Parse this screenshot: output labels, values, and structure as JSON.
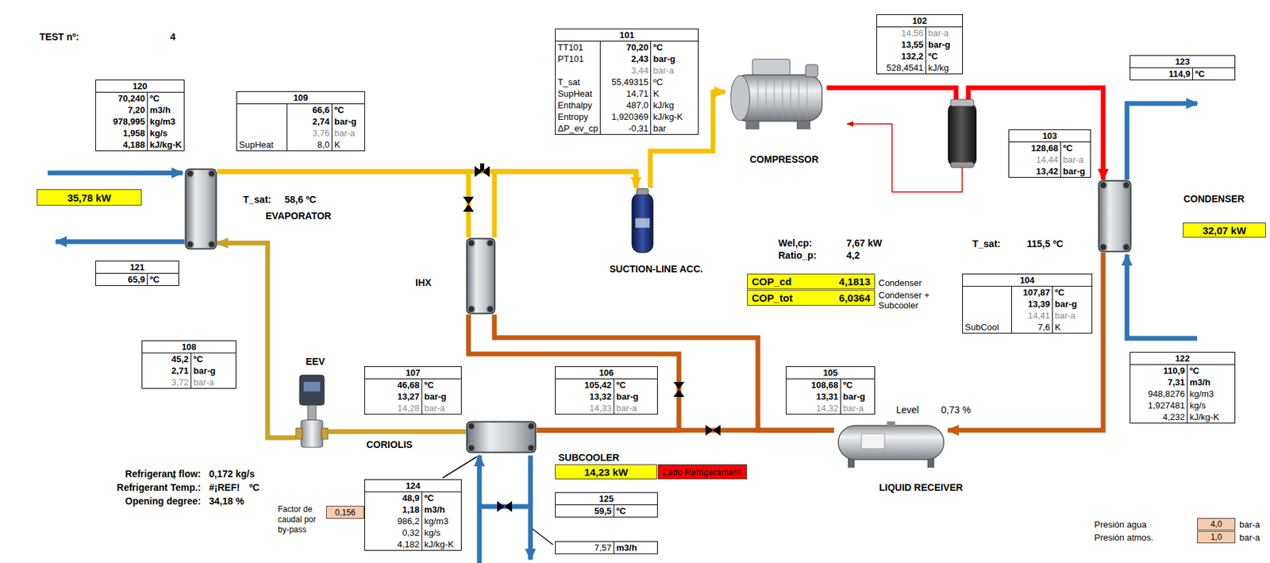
{
  "diagram": {
    "nodes": [
      {
        "text": [
          "120",
          "70,240",
          "ºC",
          "7,20",
          "m3/h",
          "978,995",
          "kg/m3",
          "1,958",
          "kg/s",
          "4,188",
          "kJ/kg-K"
        ]
      },
      {
        "text": [
          "109",
          "66,6",
          "ºC",
          "2,74",
          "bar-g",
          "3,76",
          "bar-a",
          "SupHeat",
          "8,0",
          "K"
        ]
      },
      {
        "text": [
          "101",
          "TT101",
          "70,20",
          "ºC",
          "PT101",
          "2,43",
          "bar-g",
          "3,44",
          "bar-a",
          "T_sat",
          "55,49315",
          "ºC",
          "SupHeat",
          "14,71",
          "K",
          "Enthalpy",
          "487,0",
          "kJ/kg",
          "Entropy",
          "1,920369",
          "kJ/kg-K",
          "ΔP_ev_cp",
          "-0,31",
          "bar"
        ]
      },
      {
        "text": [
          "102",
          "14,56",
          "bar-a",
          "13,55",
          "bar-g",
          "132,2",
          "ºC",
          "528,4541",
          "kJ/kg"
        ]
      },
      {
        "text": [
          "123",
          "114,9",
          "ºC"
        ]
      },
      {
        "text": [
          "35,78 kW"
        ]
      },
      {
        "text": [
          "EVAPORATOR"
        ]
      },
      {
        "text": [
          "COMPRESSOR"
        ]
      },
      {
        "text": [
          "SUCTION-LINE ACC."
        ]
      },
      {
        "text": [
          "IHX"
        ]
      },
      {
        "text": [
          "103",
          "128,68",
          "ºC",
          "14,44",
          "bar-a",
          "13,42",
          "bar-g"
        ]
      },
      {
        "text": [
          "CONDENSER"
        ]
      },
      {
        "text": [
          "32,07 kW"
        ]
      },
      {
        "text": [
          "121",
          "65,9",
          "ºC"
        ]
      },
      {
        "text": [
          "COP_cd",
          "4,1813"
        ]
      },
      {
        "text": [
          "COP_tot",
          "6,0364"
        ]
      },
      {
        "text": [
          "104",
          "107,87",
          "ºC",
          "13,39",
          "bar-g",
          "14,41",
          "bar-a",
          "SubCool",
          "7,6",
          "K"
        ]
      },
      {
        "text": [
          "108",
          "45,2",
          "ºC",
          "2,71",
          "bar-g",
          "3,72",
          "bar-a"
        ]
      },
      {
        "text": [
          "EEV"
        ]
      },
      {
        "text": [
          "107",
          "46,68",
          "ºC",
          "13,27",
          "bar-g",
          "14,28",
          "bar-a"
        ]
      },
      {
        "text": [
          "106",
          "105,42",
          "ºC",
          "13,32",
          "bar-g",
          "14,33",
          "bar-a"
        ]
      },
      {
        "text": [
          "105",
          "108,68",
          "ºC",
          "13,31",
          "bar-g",
          "14,32",
          "bar-a"
        ]
      },
      {
        "text": [
          "LIQUID RECEIVER"
        ]
      },
      {
        "text": [
          "SUBCOOLER"
        ]
      },
      {
        "text": [
          "122",
          "110,9",
          "ºC",
          "7,31",
          "m3/h",
          "948,8276",
          "kg/m3",
          "1,927481",
          "kg/s",
          "4,232",
          "kJ/kg-K"
        ]
      },
      {
        "text": [
          "14,23 kW"
        ]
      },
      {
        "text": [
          "Lado Refrigerante!!!"
        ]
      },
      {
        "text": [
          "0,156"
        ]
      },
      {
        "text": [
          "124",
          "48,9",
          "ºC",
          "1,18",
          "m3/h",
          "986,2",
          "kg/m3",
          "0,32",
          "kg/s",
          "4,182",
          "kJ/kg-K"
        ]
      },
      {
        "text": [
          "125",
          "59,5",
          "ºC"
        ]
      },
      {
        "text": [
          "7,57",
          "m3/h"
        ]
      },
      {
        "text": [
          "4,0"
        ]
      },
      {
        "text": [
          "1,0"
        ]
      }
    ],
    "edges": [
      {
        "from": 6,
        "to": 9,
        "arrow": "none"
      },
      {
        "from": 9,
        "to": 8,
        "arrow": "none"
      },
      {
        "from": 6,
        "to": 8,
        "arrow": "to"
      },
      {
        "from": 8,
        "to": 7,
        "arrow": "to"
      },
      {
        "from": 7,
        "to": 11,
        "arrow": "to"
      },
      {
        "from": 11,
        "to": 22,
        "arrow": "to"
      },
      {
        "from": 22,
        "to": 9,
        "arrow": "none"
      },
      {
        "from": 9,
        "to": 23,
        "arrow": "none"
      },
      {
        "from": 22,
        "to": 23,
        "arrow": "none"
      },
      {
        "from": 23,
        "to": 18,
        "arrow": "none"
      },
      {
        "from": 18,
        "to": 6,
        "arrow": "to"
      }
    ],
    "labels": [
      "TEST nº:",
      "4",
      "T_sat:",
      "58,6 ºC",
      "T_sat:",
      "115,5 ºC",
      "Wel,cp:",
      "7,67 kW",
      "Ratio_p:",
      "4,2",
      "Condenser",
      "Condenser + Subcooler",
      "Level",
      "0,73 %",
      "CORIOLIS",
      "Refrigerant flow:",
      "0,172 kg/s",
      "Refrigerant Temp.:",
      "#¡REF!",
      "ºC",
      "Opening degree:",
      "34,18 %",
      "Factor de caudal por by-pass",
      "Presión agua",
      "bar-a",
      "Presión atmos.",
      "bar-a"
    ]
  }
}
